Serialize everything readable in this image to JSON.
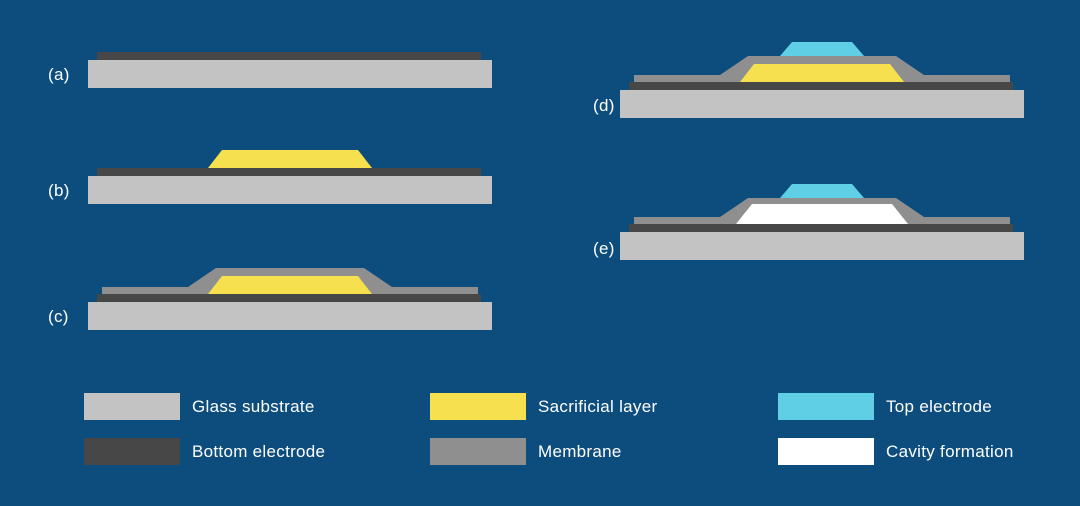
{
  "colors": {
    "background": "#0d4d7e",
    "glass_substrate": "#c3c3c3",
    "bottom_electrode": "#474747",
    "sacrificial_layer": "#f6e04e",
    "membrane": "#8f8f8f",
    "top_electrode": "#5fcfe6",
    "cavity_formation": "#ffffff",
    "text": "#ffffff"
  },
  "steps": [
    {
      "label": "(a)",
      "layers": [
        "glass substrate",
        "bottom electrode"
      ]
    },
    {
      "label": "(b)",
      "layers": [
        "glass substrate",
        "bottom electrode",
        "sacrificial layer"
      ]
    },
    {
      "label": "(c)",
      "layers": [
        "glass substrate",
        "bottom electrode",
        "sacrificial layer",
        "membrane"
      ]
    },
    {
      "label": "(d)",
      "layers": [
        "glass substrate",
        "bottom electrode",
        "sacrificial layer",
        "membrane",
        "top electrode"
      ]
    },
    {
      "label": "(e)",
      "layers": [
        "glass substrate",
        "bottom electrode",
        "cavity formation",
        "membrane",
        "top electrode"
      ]
    }
  ],
  "legend": {
    "items": [
      {
        "label": "Glass substrate",
        "color_key": "glass_substrate"
      },
      {
        "label": "Bottom electrode",
        "color_key": "bottom_electrode"
      },
      {
        "label": "Sacrificial layer",
        "color_key": "sacrificial_layer"
      },
      {
        "label": "Membrane",
        "color_key": "membrane"
      },
      {
        "label": "Top electrode",
        "color_key": "top_electrode"
      },
      {
        "label": "Cavity formation",
        "color_key": "cavity_formation"
      }
    ]
  }
}
